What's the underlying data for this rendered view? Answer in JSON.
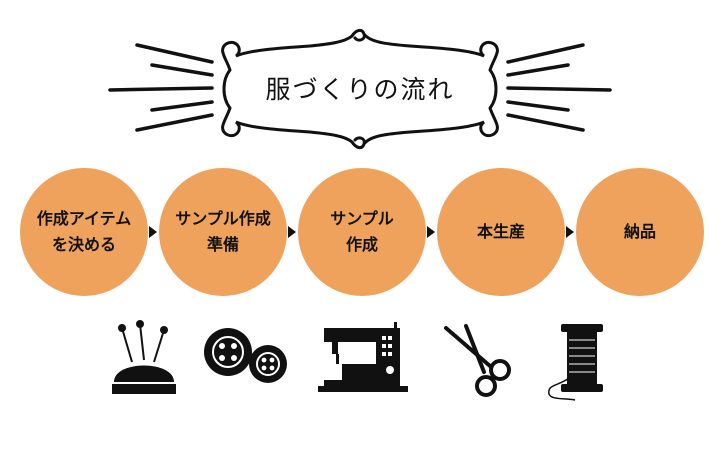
{
  "title": "服づくりの流れ",
  "steps": [
    {
      "label": "作成アイテム\nを決める"
    },
    {
      "label": "サンプル作成\n準備"
    },
    {
      "label": "サンプル\n作成"
    },
    {
      "label": "本生産"
    },
    {
      "label": "納品"
    }
  ],
  "icons": [
    "pincushion-icon",
    "buttons-icon",
    "sewing-machine-icon",
    "scissors-icon",
    "thread-spool-icon"
  ],
  "colors": {
    "circle": "#eea25b",
    "ink": "#111111"
  }
}
